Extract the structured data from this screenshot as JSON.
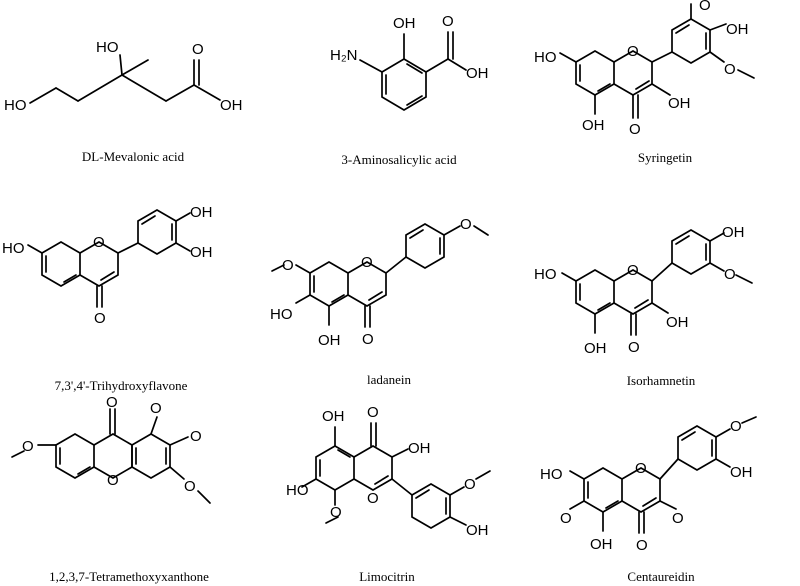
{
  "compounds": [
    {
      "name": "DL-Mevalonic acid",
      "atoms": [
        "HO",
        "O",
        "OH",
        "HO"
      ],
      "bonds": [
        [
          0,
          1
        ],
        [
          1,
          2
        ],
        [
          2,
          3
        ],
        [
          3,
          4
        ],
        [
          4,
          5
        ],
        [
          5,
          6
        ],
        [
          6,
          7
        ],
        [
          6,
          8
        ],
        [
          3,
          9
        ],
        [
          3,
          10
        ]
      ],
      "double_bonds": [
        [
          6,
          7
        ]
      ],
      "aromatic": []
    },
    {
      "name": "3-Aminosalicylic acid",
      "atoms": [
        "H₂N",
        "OH",
        "O",
        "OH"
      ],
      "bonds": [],
      "double_bonds": [],
      "aromatic": [
        1
      ]
    },
    {
      "name": "Syringetin",
      "atoms": [
        "HO",
        "O",
        "O",
        "OH",
        "O",
        "OH",
        "OH",
        "O"
      ],
      "bonds": [],
      "double_bonds": [],
      "aromatic": [
        3
      ]
    },
    {
      "name": "7,3',4'-Trihydroxyflavone",
      "atoms": [
        "OH",
        "HO",
        "O",
        "OH",
        "O"
      ],
      "bonds": [],
      "double_bonds": [],
      "aromatic": [
        2
      ]
    },
    {
      "name": "ladanein",
      "atoms": [
        "O",
        "O",
        "O",
        "HO",
        "OH",
        "O"
      ],
      "bonds": [],
      "double_bonds": [],
      "aromatic": [
        2
      ]
    },
    {
      "name": "Isorhamnetin",
      "atoms": [
        "OH",
        "HO",
        "O",
        "O",
        "OH",
        "OH",
        "O"
      ],
      "bonds": [],
      "double_bonds": [],
      "aromatic": [
        2
      ]
    },
    {
      "name": "1,2,3,7-Tetramethoxyxanthone",
      "atoms": [
        "O",
        "O",
        "O",
        "O",
        "O",
        "O"
      ],
      "bonds": [],
      "double_bonds": [],
      "aromatic": [
        2
      ]
    },
    {
      "name": "Limocitrin",
      "atoms": [
        "OH",
        "O",
        "OH",
        "HO",
        "O",
        "O",
        "O",
        "OH"
      ],
      "bonds": [],
      "double_bonds": [],
      "aromatic": [
        2
      ]
    },
    {
      "name": "Centaureidin",
      "atoms": [
        "O",
        "HO",
        "O",
        "OH",
        "O",
        "O",
        "OH",
        "O"
      ],
      "bonds": [],
      "double_bonds": [],
      "aromatic": [
        2
      ]
    }
  ]
}
